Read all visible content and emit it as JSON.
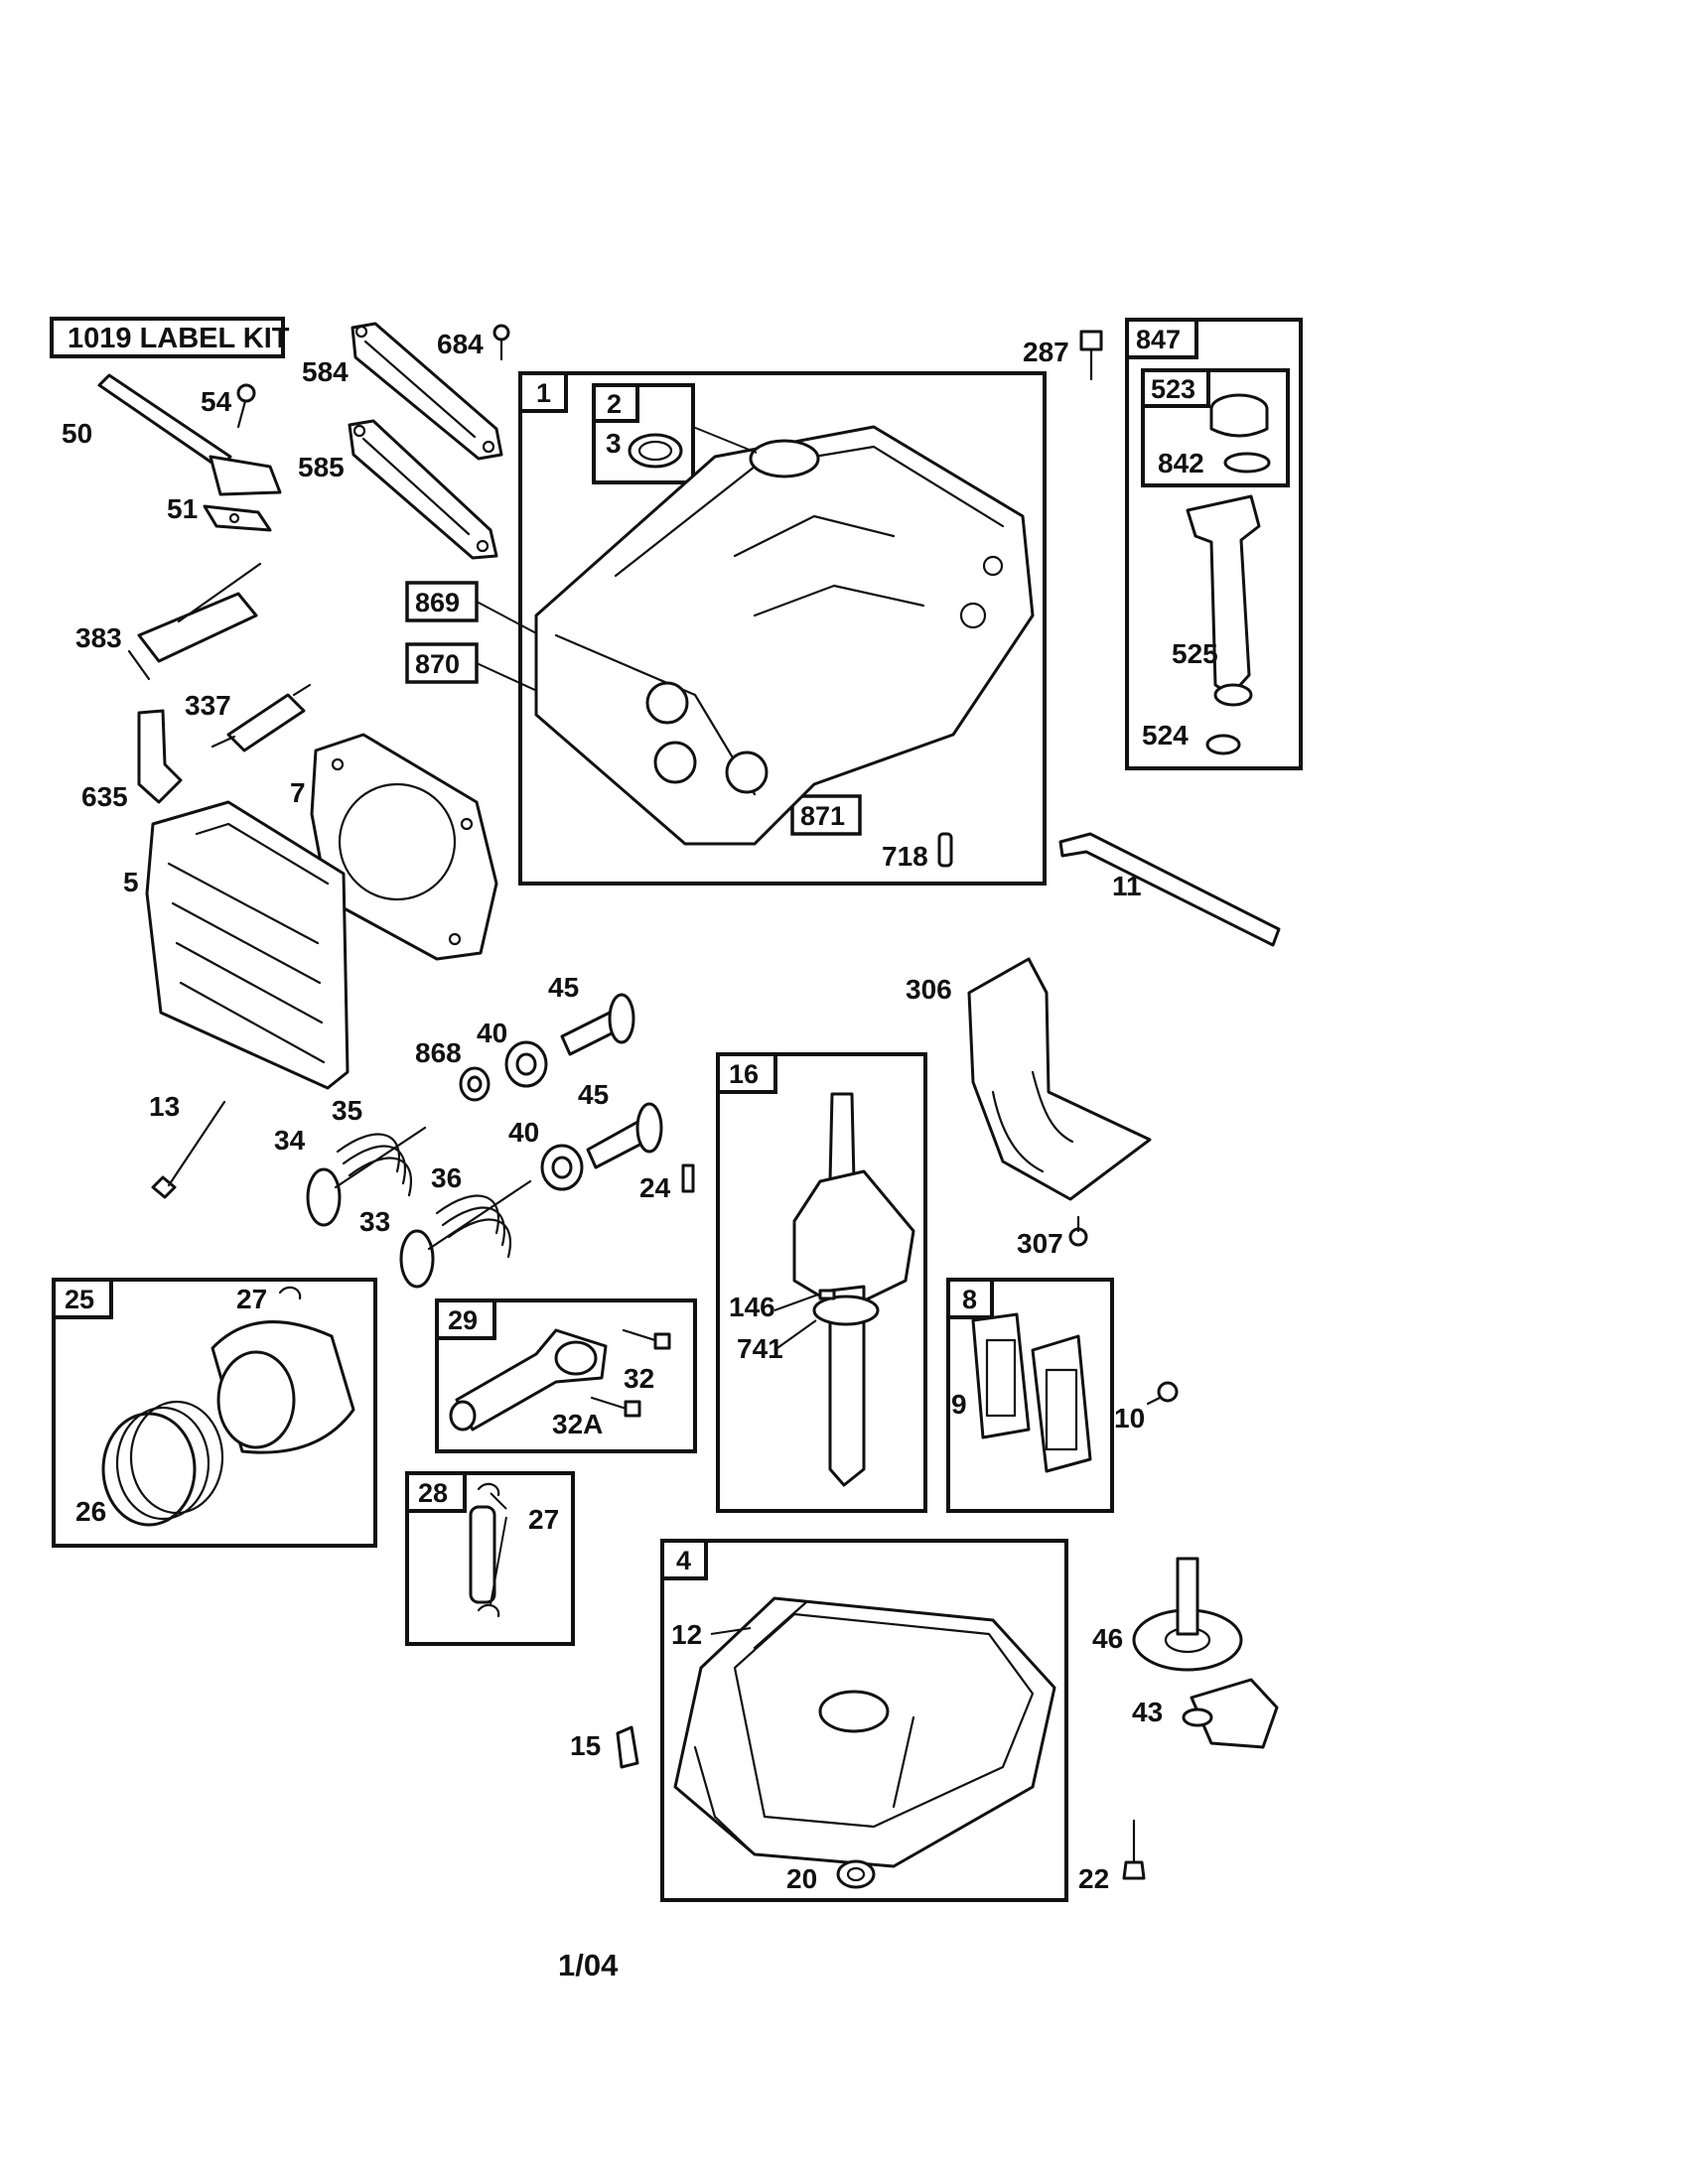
{
  "header_kit": "1019 LABEL KIT",
  "footer": "1/04",
  "boxes": {
    "b1": "1",
    "b2": "2",
    "b847": "847",
    "b523": "523",
    "b16": "16",
    "b8": "8",
    "b25": "25",
    "b29": "29",
    "b28": "28",
    "b4": "4"
  },
  "tags": {
    "t869": "869",
    "t870": "870",
    "t871": "871"
  },
  "labels": {
    "l684": "684",
    "l584": "584",
    "l585": "585",
    "l54": "54",
    "l50": "50",
    "l51": "51",
    "l383": "383",
    "l337": "337",
    "l635": "635",
    "l7": "7",
    "l5": "5",
    "l3": "3",
    "l287": "287",
    "l842": "842",
    "l525": "525",
    "l524": "524",
    "l718": "718",
    "l11": "11",
    "l45a": "45",
    "l40a": "40",
    "l868": "868",
    "l45b": "45",
    "l40b": "40",
    "l13": "13",
    "l35": "35",
    "l34": "34",
    "l36": "36",
    "l33": "33",
    "l24": "24",
    "l306": "306",
    "l146": "146",
    "l741": "741",
    "l307": "307",
    "l9": "9",
    "l10": "10",
    "l27a": "27",
    "l26": "26",
    "l32": "32",
    "l32a": "32A",
    "l27b": "27",
    "l12": "12",
    "l46": "46",
    "l43": "43",
    "l15": "15",
    "l20": "20",
    "l22": "22"
  }
}
